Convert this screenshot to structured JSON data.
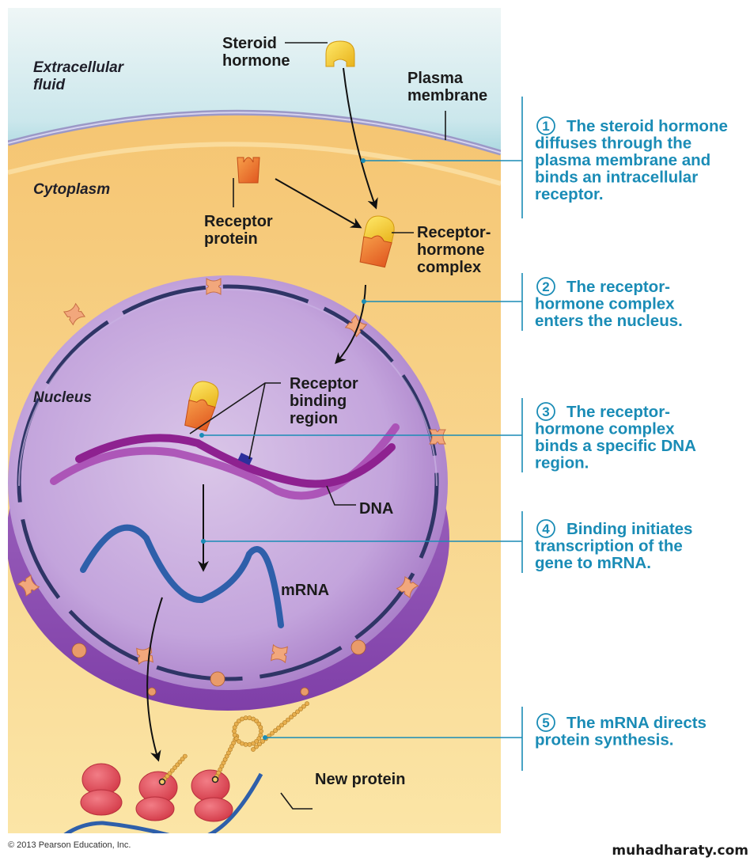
{
  "figure": {
    "regions": {
      "extracellular": [
        "Extracellular",
        "fluid"
      ],
      "cytoplasm": "Cytoplasm",
      "nucleus": "Nucleus"
    },
    "labels": {
      "steroid_hormone": [
        "Steroid",
        "hormone"
      ],
      "plasma_membrane": [
        "Plasma",
        "membrane"
      ],
      "receptor_protein": [
        "Receptor",
        "protein"
      ],
      "receptor_hormone_complex": [
        "Receptor-",
        "hormone",
        "complex"
      ],
      "receptor_binding_region": [
        "Receptor",
        "binding",
        "region"
      ],
      "dna": "DNA",
      "mrna": "mRNA",
      "new_protein": "New protein"
    },
    "steps": [
      {
        "number": "1",
        "lines": [
          "The steroid hormone",
          "diffuses through the",
          "plasma membrane and",
          "binds an intracellular",
          "receptor."
        ]
      },
      {
        "number": "2",
        "lines": [
          "The receptor-",
          "hormone complex",
          "enters the nucleus."
        ]
      },
      {
        "number": "3",
        "lines": [
          "The receptor-",
          "hormone complex",
          "binds a specific DNA",
          "region."
        ]
      },
      {
        "number": "4",
        "lines": [
          "Binding initiates",
          "transcription of the",
          "gene to mRNA."
        ]
      },
      {
        "number": "5",
        "lines": [
          "The mRNA directs",
          "protein synthesis."
        ]
      }
    ],
    "colors": {
      "callout": "#1a8cb6",
      "extracellular": "#bfe2ea",
      "cytoplasm": "#f7cd7c",
      "nucleus": "#b68ccf",
      "dna": "#9b2a9d",
      "mrna": "#2e5faa",
      "ribosome": "#e0505c"
    }
  },
  "footer": {
    "copyright": "© 2013 Pearson Education, Inc.",
    "watermark": "muhadharaty.com"
  }
}
